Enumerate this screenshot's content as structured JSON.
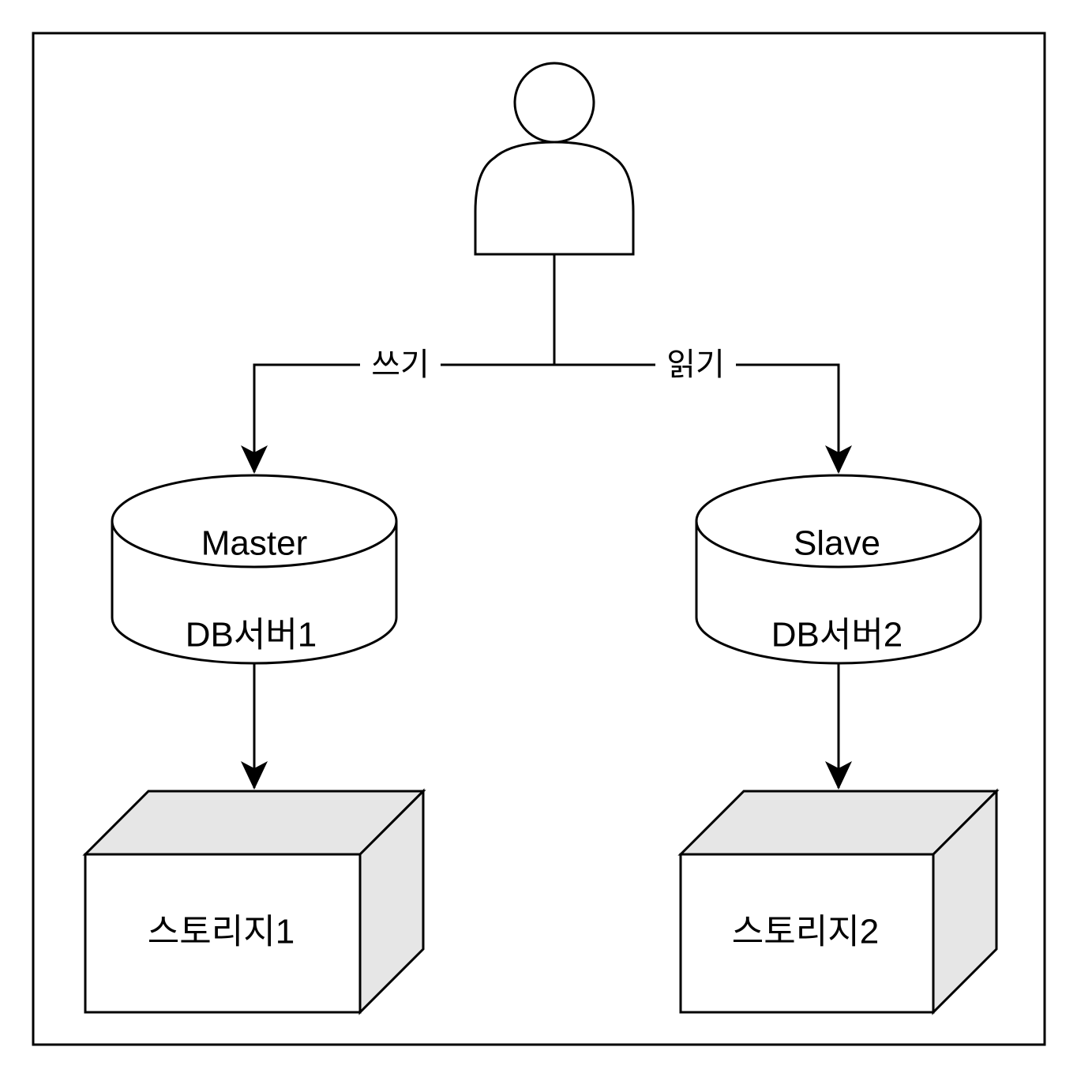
{
  "diagram": {
    "actor": {
      "icon": "user-icon"
    },
    "edges": {
      "write_label": "쓰기",
      "read_label": "읽기"
    },
    "databases": [
      {
        "name": "Master",
        "server": "DB서버1",
        "icon": "database-icon"
      },
      {
        "name": "Slave",
        "server": "DB서버2",
        "icon": "database-icon"
      }
    ],
    "storages": [
      {
        "label": "스토리지1",
        "icon": "storage-box-icon"
      },
      {
        "label": "스토리지2",
        "icon": "storage-box-icon"
      }
    ]
  },
  "colors": {
    "stroke": "#000000",
    "background": "#ffffff",
    "box_side": "#e6e6e6"
  }
}
